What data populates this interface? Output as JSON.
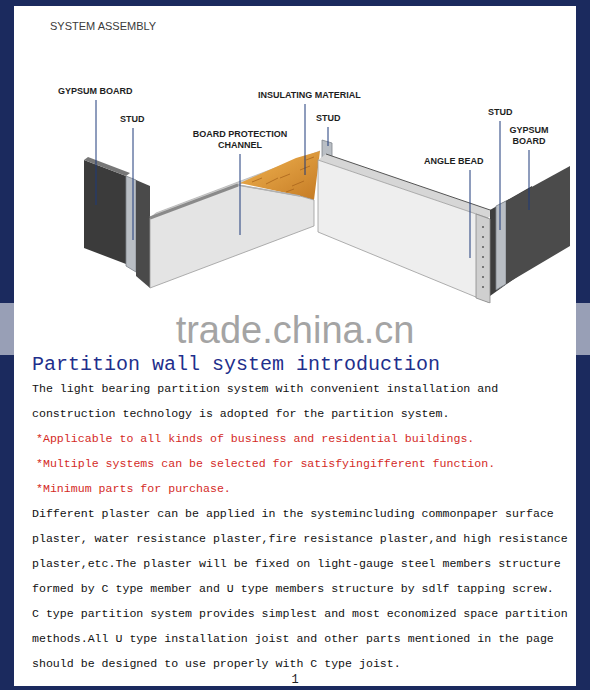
{
  "diagram": {
    "title": "Partition wall system introduction",
    "labels": [
      "SYSTEM ASSEMBLY",
      "GYPSUM BOARD",
      "STUD",
      "BOARD PROTECTION CHANNEL",
      "INSULATING MATERIAL",
      "STUD",
      "STUD",
      "GYPSUM BOARD",
      "ANGLE BEAD",
      "trade.china.cn",
      "The light bearing partition system with convenient installation and construction technology is adopted for the partition system.",
      "*Applicable to all kinds of business and residential buildings.",
      "*Multiple systems can be selected for satisfyingifferent function.",
      "*Minimum parts for purchase.",
      "Different plaster can be applied in the systemincluding commonpaper surface plaster, water resistance plaster,fire resistance plaster,and high resistance plaster,etc.The plaster will be fixed on light-gauge steel members structure formed by C type member and U type members structure by sdlf tapping screw.",
      "C type partition system provides simplest and most economized space partition methods.All U type installation joist and other parts mentioned in the page should be designed to use properly with C type joist.",
      "1"
    ]
  }
}
